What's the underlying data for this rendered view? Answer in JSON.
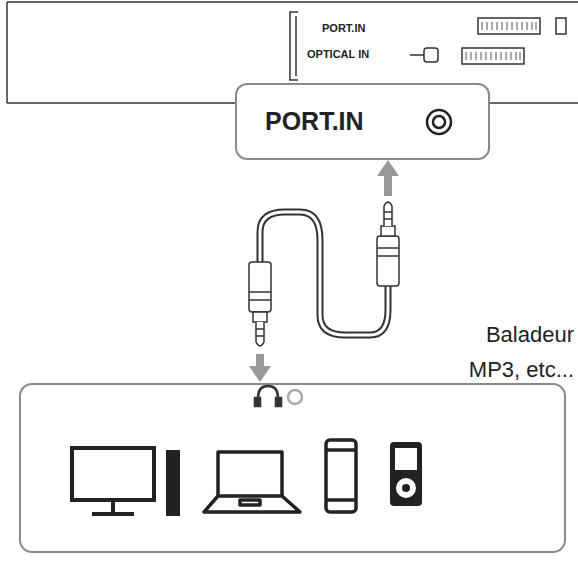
{
  "diagram": {
    "nodes": [
      {
        "text": [
          "PORT.IN"
        ]
      }
    ],
    "labels": [
      "PORT.IN",
      "OPTICAL IN",
      "Baladeur MP3, etc..."
    ]
  }
}
